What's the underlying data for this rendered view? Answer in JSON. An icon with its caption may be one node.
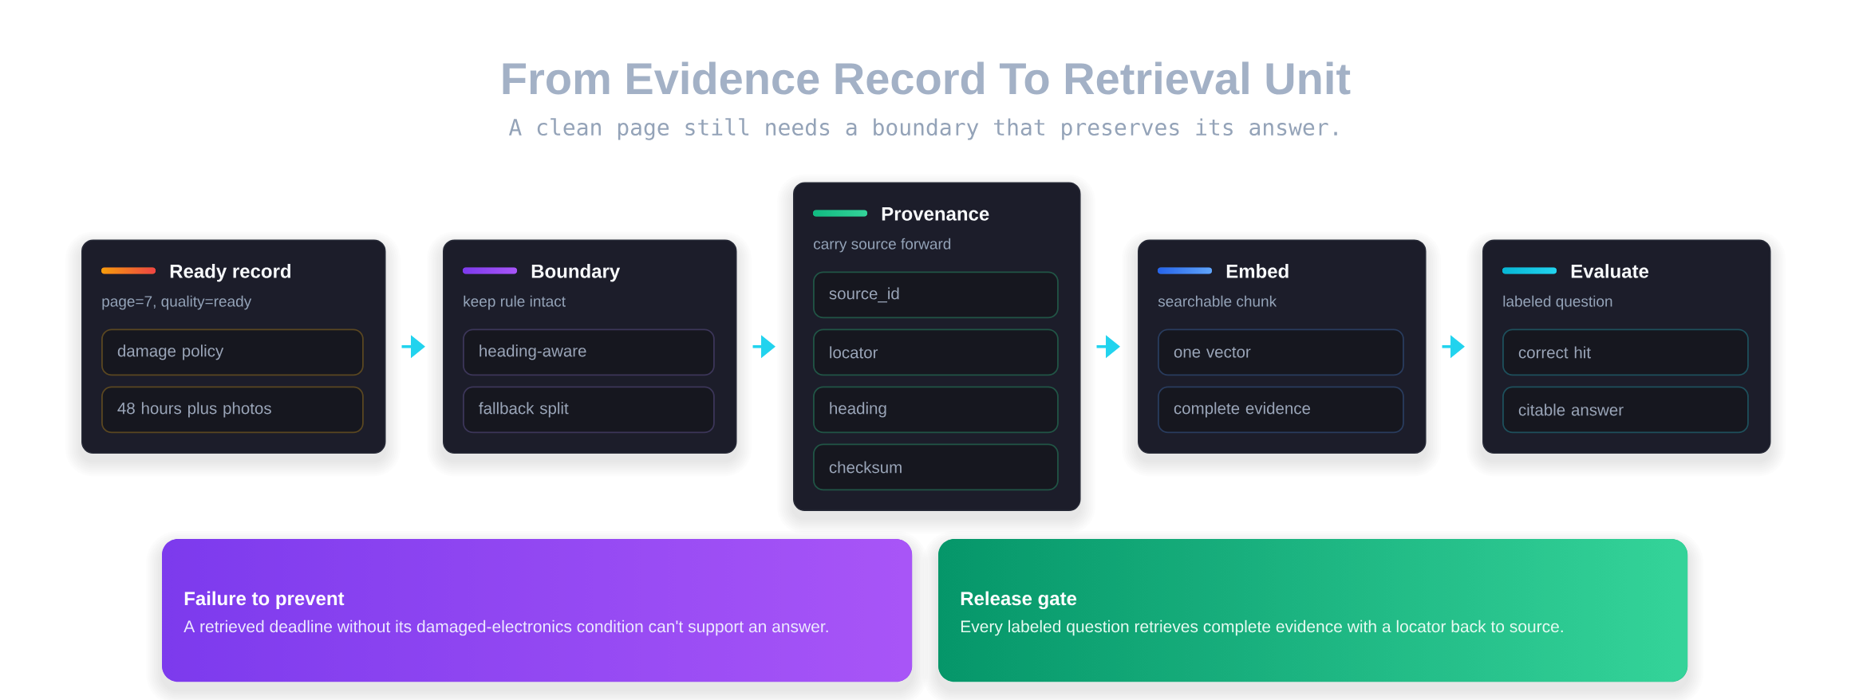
{
  "diagram": {
    "title": "From Evidence Record To Retrieval Unit",
    "nodes": [
      {
        "text": [
          "Ready record",
          "page=7, quality=ready"
        ]
      },
      {
        "text": [
          "damage policy"
        ],
        "in": 0
      },
      {
        "text": [
          "48 hours plus photos"
        ],
        "in": 0
      },
      {
        "text": [
          "Boundary",
          "keep rule intact"
        ]
      },
      {
        "text": [
          "heading-aware"
        ],
        "in": 3
      },
      {
        "text": [
          "fallback split"
        ],
        "in": 3
      },
      {
        "text": [
          "Provenance",
          "carry source forward"
        ]
      },
      {
        "text": [
          "source_id"
        ],
        "in": 6
      },
      {
        "text": [
          "locator"
        ],
        "in": 6
      },
      {
        "text": [
          "heading"
        ],
        "in": 6
      },
      {
        "text": [
          "checksum"
        ],
        "in": 6
      },
      {
        "text": [
          "Embed",
          "searchable chunk"
        ]
      },
      {
        "text": [
          "one vector"
        ],
        "in": 11
      },
      {
        "text": [
          "complete evidence"
        ],
        "in": 11
      },
      {
        "text": [
          "Evaluate",
          "labeled question"
        ]
      },
      {
        "text": [
          "correct hit"
        ],
        "in": 14
      },
      {
        "text": [
          "citable answer"
        ],
        "in": 14
      },
      {
        "text": [
          "Failure to prevent",
          "A retrieved deadline without its damaged-electronics condition can't support an answer."
        ]
      },
      {
        "text": [
          "Release gate",
          "Every labeled question retrieves complete evidence with a locator back to source."
        ]
      }
    ],
    "edges": [
      {
        "from": 0,
        "to": 3,
        "arrow": "to"
      },
      {
        "from": 3,
        "to": 6,
        "arrow": "to"
      },
      {
        "from": 6,
        "to": 11,
        "arrow": "to"
      },
      {
        "from": 11,
        "to": 14,
        "arrow": "to"
      }
    ],
    "labels": [
      "A clean page still needs a boundary that preserves its answer."
    ]
  }
}
